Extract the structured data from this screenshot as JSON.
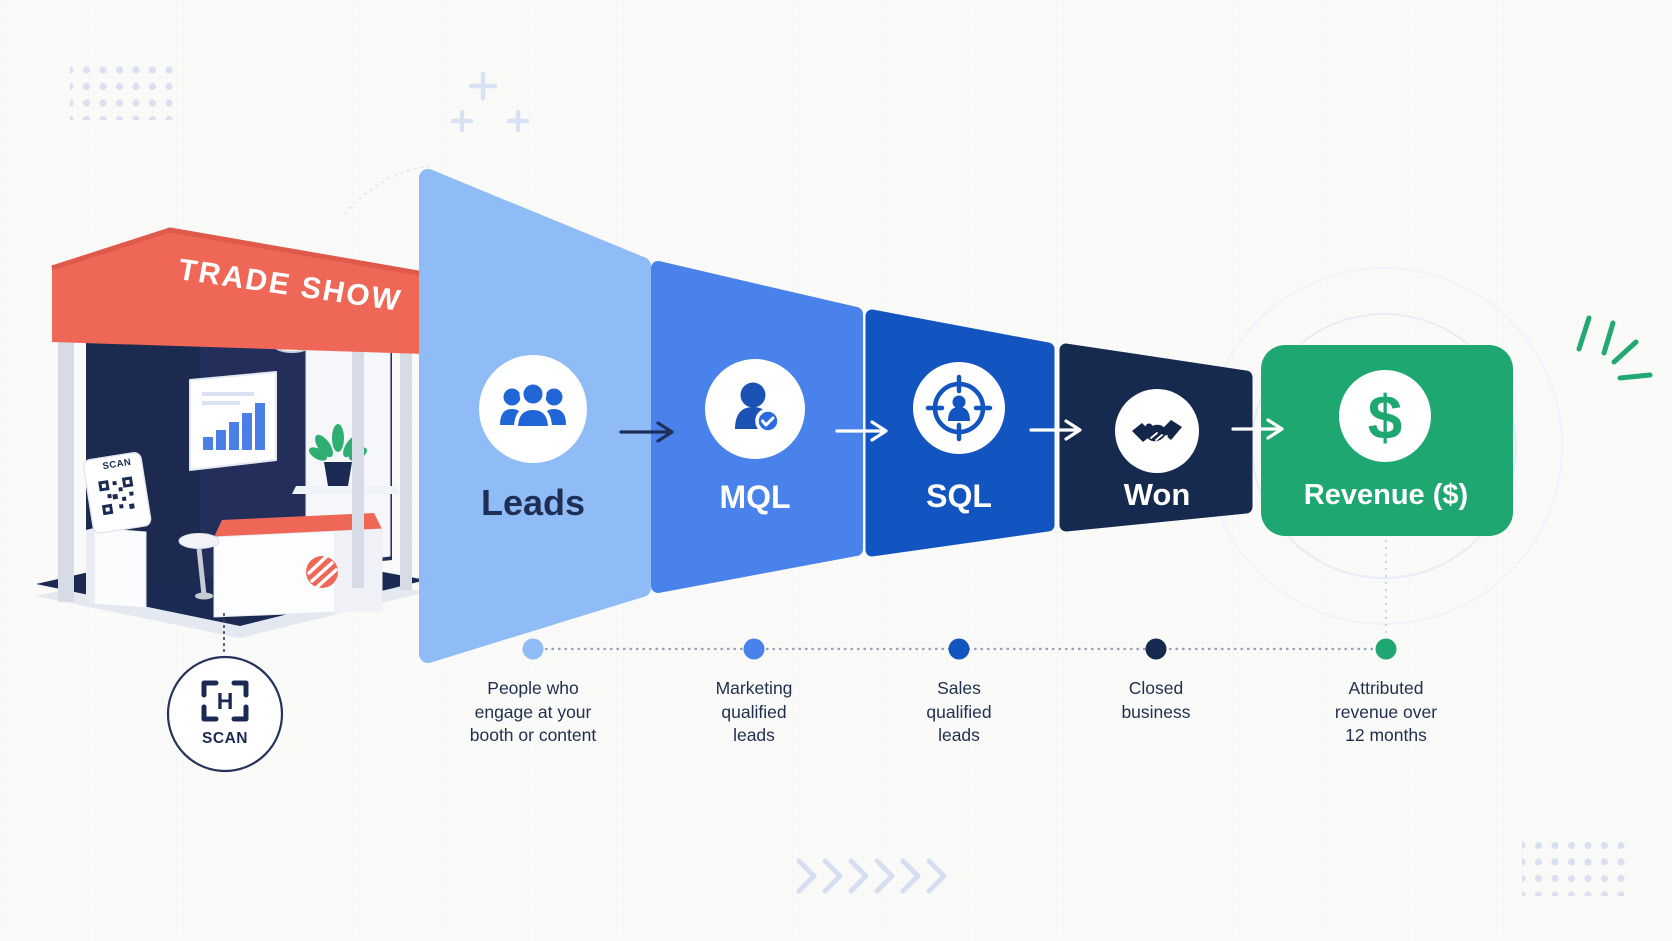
{
  "background_color": "#FAFAF8",
  "booth": {
    "banner_label": "TRADE SHOW",
    "kiosk_screen_label": "SCAN",
    "scan_badge": {
      "label": "SCAN",
      "center_glyph": "H"
    }
  },
  "funnel": {
    "stages": [
      {
        "id": "leads",
        "label": "Leads",
        "color": "#8FBCF7",
        "icon": "people-group-icon",
        "description_lines": [
          "People who",
          "engage at your",
          "booth or content"
        ]
      },
      {
        "id": "mql",
        "label": "MQL",
        "color": "#4A82EC",
        "icon": "person-check-icon",
        "description_lines": [
          "Marketing",
          "qualified",
          "leads"
        ]
      },
      {
        "id": "sql",
        "label": "SQL",
        "color": "#1254C0",
        "icon": "target-person-icon",
        "description_lines": [
          "Sales",
          "qualified",
          "leads"
        ]
      },
      {
        "id": "won",
        "label": "Won",
        "color": "#16294E",
        "icon": "handshake-icon",
        "description_lines": [
          "Closed",
          "business"
        ]
      },
      {
        "id": "revenue",
        "label": "Revenue ($)",
        "color": "#1FA772",
        "icon": "dollar-icon",
        "dollar_glyph": "$",
        "description_lines": [
          "Attributed",
          "revenue over",
          "12 months"
        ]
      }
    ]
  }
}
